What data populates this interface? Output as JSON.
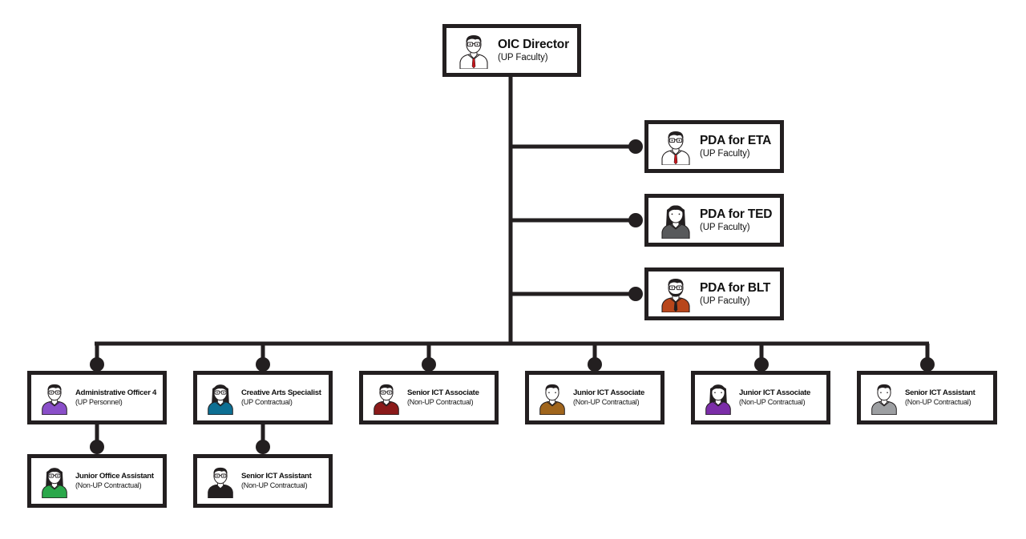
{
  "nodes": [
    {
      "id": "director",
      "title": "OIC Director",
      "subtitle": "(UP Faculty)",
      "shirt": "#ffffff",
      "tie": "#c4161c",
      "hair": "short",
      "glasses": true
    },
    {
      "id": "pda-eta",
      "title": "PDA for ETA",
      "subtitle": "(UP Faculty)",
      "shirt": "#ffffff",
      "tie": "#c4161c",
      "hair": "short",
      "glasses": true
    },
    {
      "id": "pda-ted",
      "title": "PDA for TED",
      "subtitle": "(UP Faculty)",
      "shirt": "#58595b",
      "tie": "",
      "hair": "long",
      "glasses": false
    },
    {
      "id": "pda-blt",
      "title": "PDA for BLT",
      "subtitle": "(UP Faculty)",
      "shirt": "#b8461b",
      "tie": "#231f20",
      "hair": "short",
      "glasses": true,
      "beard": true
    },
    {
      "id": "admin-officer",
      "title": "Administrative Officer 4",
      "subtitle": "(UP Personnel)",
      "shirt": "#8a4fc9",
      "tie": "",
      "hair": "short",
      "glasses": true
    },
    {
      "id": "creative-arts",
      "title": "Creative Arts Specialist",
      "subtitle": "(UP Contractual)",
      "shirt": "#0d6f93",
      "tie": "",
      "hair": "long",
      "glasses": true
    },
    {
      "id": "senior-ict-associate",
      "title": "Senior ICT Associate",
      "subtitle": "(Non-UP Contractual)",
      "shirt": "#8b1a1a",
      "tie": "",
      "hair": "short",
      "glasses": true
    },
    {
      "id": "junior-ict-associate-1",
      "title": "Junior ICT Associate",
      "subtitle": "(Non-UP Contractual)",
      "shirt": "#a0651c",
      "tie": "",
      "hair": "short",
      "glasses": false
    },
    {
      "id": "junior-ict-associate-2",
      "title": "Junior ICT Associate",
      "subtitle": "(Non-UP Contractual)",
      "shirt": "#7b2da8",
      "tie": "",
      "hair": "long",
      "glasses": false
    },
    {
      "id": "senior-ict-assistant-1",
      "title": "Senior ICT Assistant",
      "subtitle": "(Non-UP Contractual)",
      "shirt": "#9d9fa2",
      "tie": "",
      "hair": "short",
      "glasses": false
    },
    {
      "id": "junior-office-assistant",
      "title": "Junior Office Assistant",
      "subtitle": "(Non-UP Contractual)",
      "shirt": "#2aa84a",
      "tie": "",
      "hair": "long",
      "glasses": true
    },
    {
      "id": "senior-ict-assistant-2",
      "title": "Senior ICT Assistant",
      "subtitle": "(Non-UP Contractual)",
      "shirt": "#231f20",
      "tie": "",
      "hair": "short",
      "glasses": true
    }
  ],
  "colors": {
    "line": "#231f20",
    "border": "#231f20",
    "background": "#ffffff",
    "skin": "#ffffff",
    "hair": "#231f20"
  }
}
